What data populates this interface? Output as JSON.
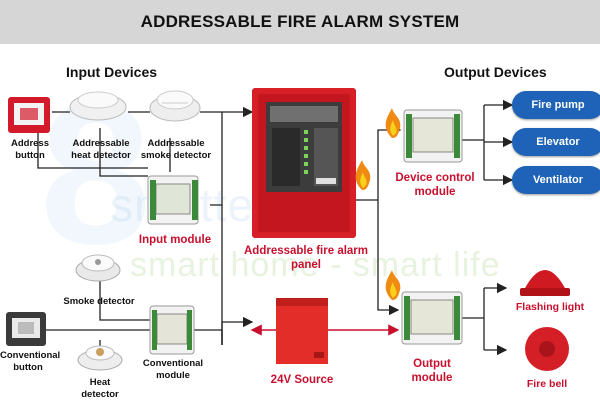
{
  "title": "ADDRESSABLE FIRE ALARM SYSTEM",
  "watermark": {
    "logo": "8",
    "brand": "smatter",
    "tagline": "smart home - smart life"
  },
  "sections": {
    "input": "Input Devices",
    "output": "Output Devices"
  },
  "input_devices": {
    "address_button": "Address button",
    "addressable_heat_detector": "Addressable heat detector",
    "addressable_smoke_detector": "Addressable smoke detector",
    "input_module": "Input module",
    "smoke_detector": "Smoke detector",
    "conventional_button": "Conventional button",
    "heat_detector": "Heat detector",
    "conventional_module": "Conventional module"
  },
  "center": {
    "panel": "Addressable fire alarm panel",
    "source": "24V Source"
  },
  "output_devices": {
    "device_control_module": "Device control module",
    "output_module": "Output module",
    "fire_pump": "Fire pump",
    "elevator": "Elevator",
    "ventilator": "Ventilator",
    "flashing_light": "Flashing light",
    "fire_bell": "Fire bell"
  },
  "colors": {
    "accent_red": "#c8102e",
    "pill_blue": "#1e63b8",
    "title_bg": "#d6d6d6"
  }
}
